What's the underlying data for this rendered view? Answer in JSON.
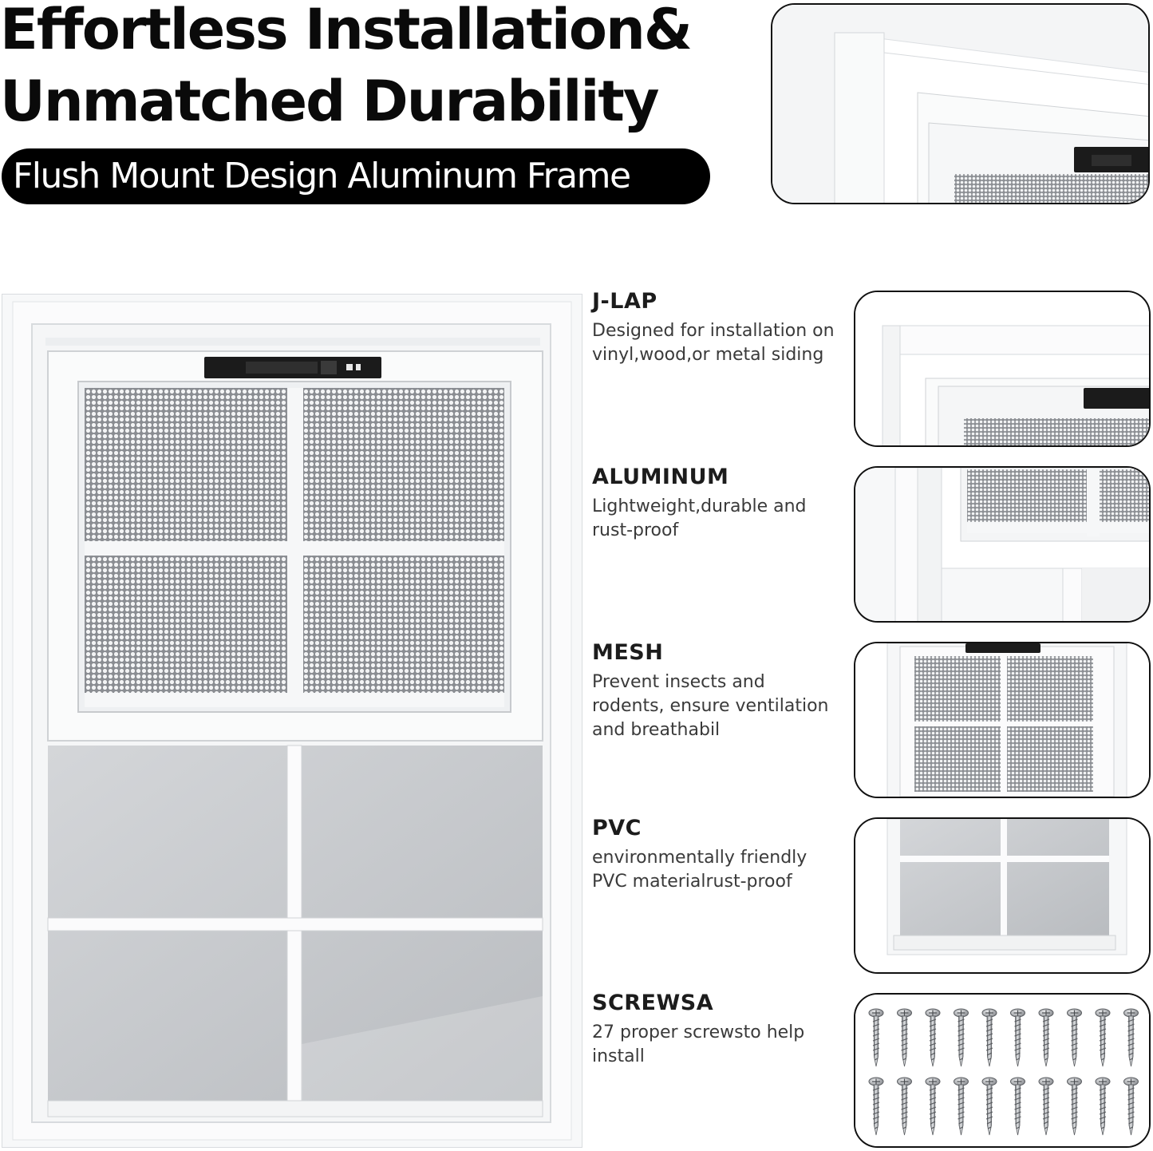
{
  "header": {
    "title_line1": "Effortless Installation&",
    "title_line2": "Unmatched Durability",
    "badge": "Flush Mount Design Aluminum Frame"
  },
  "features": [
    {
      "name": "J-LAP",
      "description": "Designed for installation on vinyl,wood,or metal siding"
    },
    {
      "name": "ALUMINUM",
      "description": "Lightweight,durable and rust-proof"
    },
    {
      "name": "MESH",
      "description": "Prevent insects and rodents, ensure ventilation and breathabil"
    },
    {
      "name": "PVC",
      "description": "environmentally friendly PVC materialrust-proof"
    },
    {
      "name": "SCREWSA",
      "description": "27 proper screwsto help install"
    }
  ],
  "colors": {
    "text": "#111111",
    "badge_bg": "#000000",
    "badge_text": "#ffffff",
    "frame": "#f7f8f9",
    "glass": "#c9ccd0",
    "latch": "#1b1b1b"
  },
  "icons": [
    "window-product-image",
    "latch-icon",
    "mesh-screen",
    "screw-icon"
  ]
}
